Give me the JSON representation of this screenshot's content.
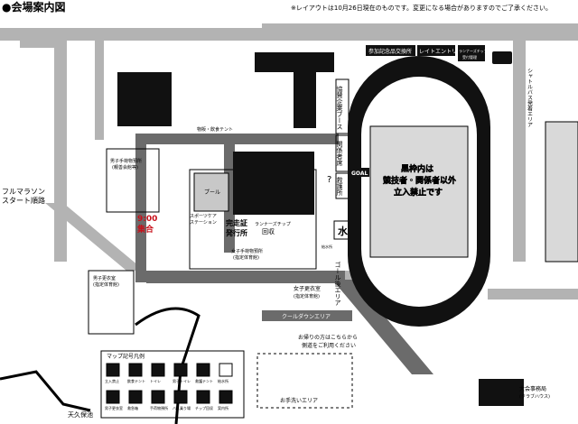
{
  "header": {
    "title": "●会場案内図",
    "notice": "※レイアウトは10月26日現在のものです。変更になる場合がありますのでご了承ください。"
  },
  "colors": {
    "road": "#b3b3b3",
    "path_dark": "#6b6b6b",
    "building": "#111111",
    "track": "#111111",
    "field": "#d9d9d9",
    "pool": "#c8c8c8",
    "line": "#000000"
  },
  "labels": {
    "course_start_1": "フルマラソン",
    "course_start_2": "スタート順路",
    "gather_time": "9:00",
    "gather_word": "集合",
    "male_luggage_1": "男子手荷物預所",
    "male_luggage_2": "(親善会館等)",
    "pool": "プール",
    "sports_care_1": "スポーツケア",
    "sports_care_2": "ステーション",
    "cert_1": "完走証",
    "cert_2": "発行所",
    "chip_1": "ランナーズチップ",
    "chip_2": "回収",
    "female_luggage_1": "女子手荷物預所",
    "female_luggage_2": "(指定体育館)",
    "female_locker_1": "女子更衣室",
    "female_locker_2": "(指定体育館)",
    "male_locker_1": "男子更衣室",
    "male_locker_2": "(指定体育館)",
    "food_stand": "物販・飲食テント",
    "sponsor_booth": "協賛企業ブース",
    "relations_tent": "関係者席",
    "medical": "救護所",
    "gift_exchange": "参加記念品交換所",
    "late_entry": "レイトエントリー",
    "runner_reception_1": "ランナーズチップ",
    "runner_reception_2": "受付管理",
    "shuttle_bus": "シャトルバス発着エリア",
    "goal": "GOAL",
    "infield_1": "黒枠内は",
    "infield_2": "競技者・関係者以外",
    "infield_3": "立入禁止です",
    "goal_area": "ゴール後エリア",
    "cooldown": "クールダウンエリア",
    "exit_note_1": "お帰りの方はこちらから",
    "exit_note_2": "側道をご利用ください",
    "water": "水",
    "water_small": "給水所",
    "question": "?",
    "hand_wash": "お手洗いエリア",
    "hq_1": "大会事務局",
    "hq_2": "(クラブハウス)",
    "pond": "天久保池"
  },
  "legend": {
    "title": "マップ記号凡例",
    "items": [
      {
        "icon": "no-entry",
        "label": "立入禁止"
      },
      {
        "icon": "eating",
        "label": "飲食テント"
      },
      {
        "icon": "restroom",
        "label": "トイレ"
      },
      {
        "icon": "restroom-men",
        "label": "男子トイレ"
      },
      {
        "icon": "medical",
        "label": "救護テント"
      },
      {
        "icon": "water",
        "label": "給水所"
      },
      {
        "icon": "locker-men",
        "label": "男子更衣室"
      },
      {
        "icon": "first-aid",
        "label": "救急箱"
      },
      {
        "icon": "luggage",
        "label": "手荷物預所"
      },
      {
        "icon": "bus",
        "label": "バス乗り場"
      },
      {
        "icon": "chip",
        "label": "チップ回収"
      },
      {
        "icon": "info",
        "label": "案内所"
      }
    ]
  }
}
